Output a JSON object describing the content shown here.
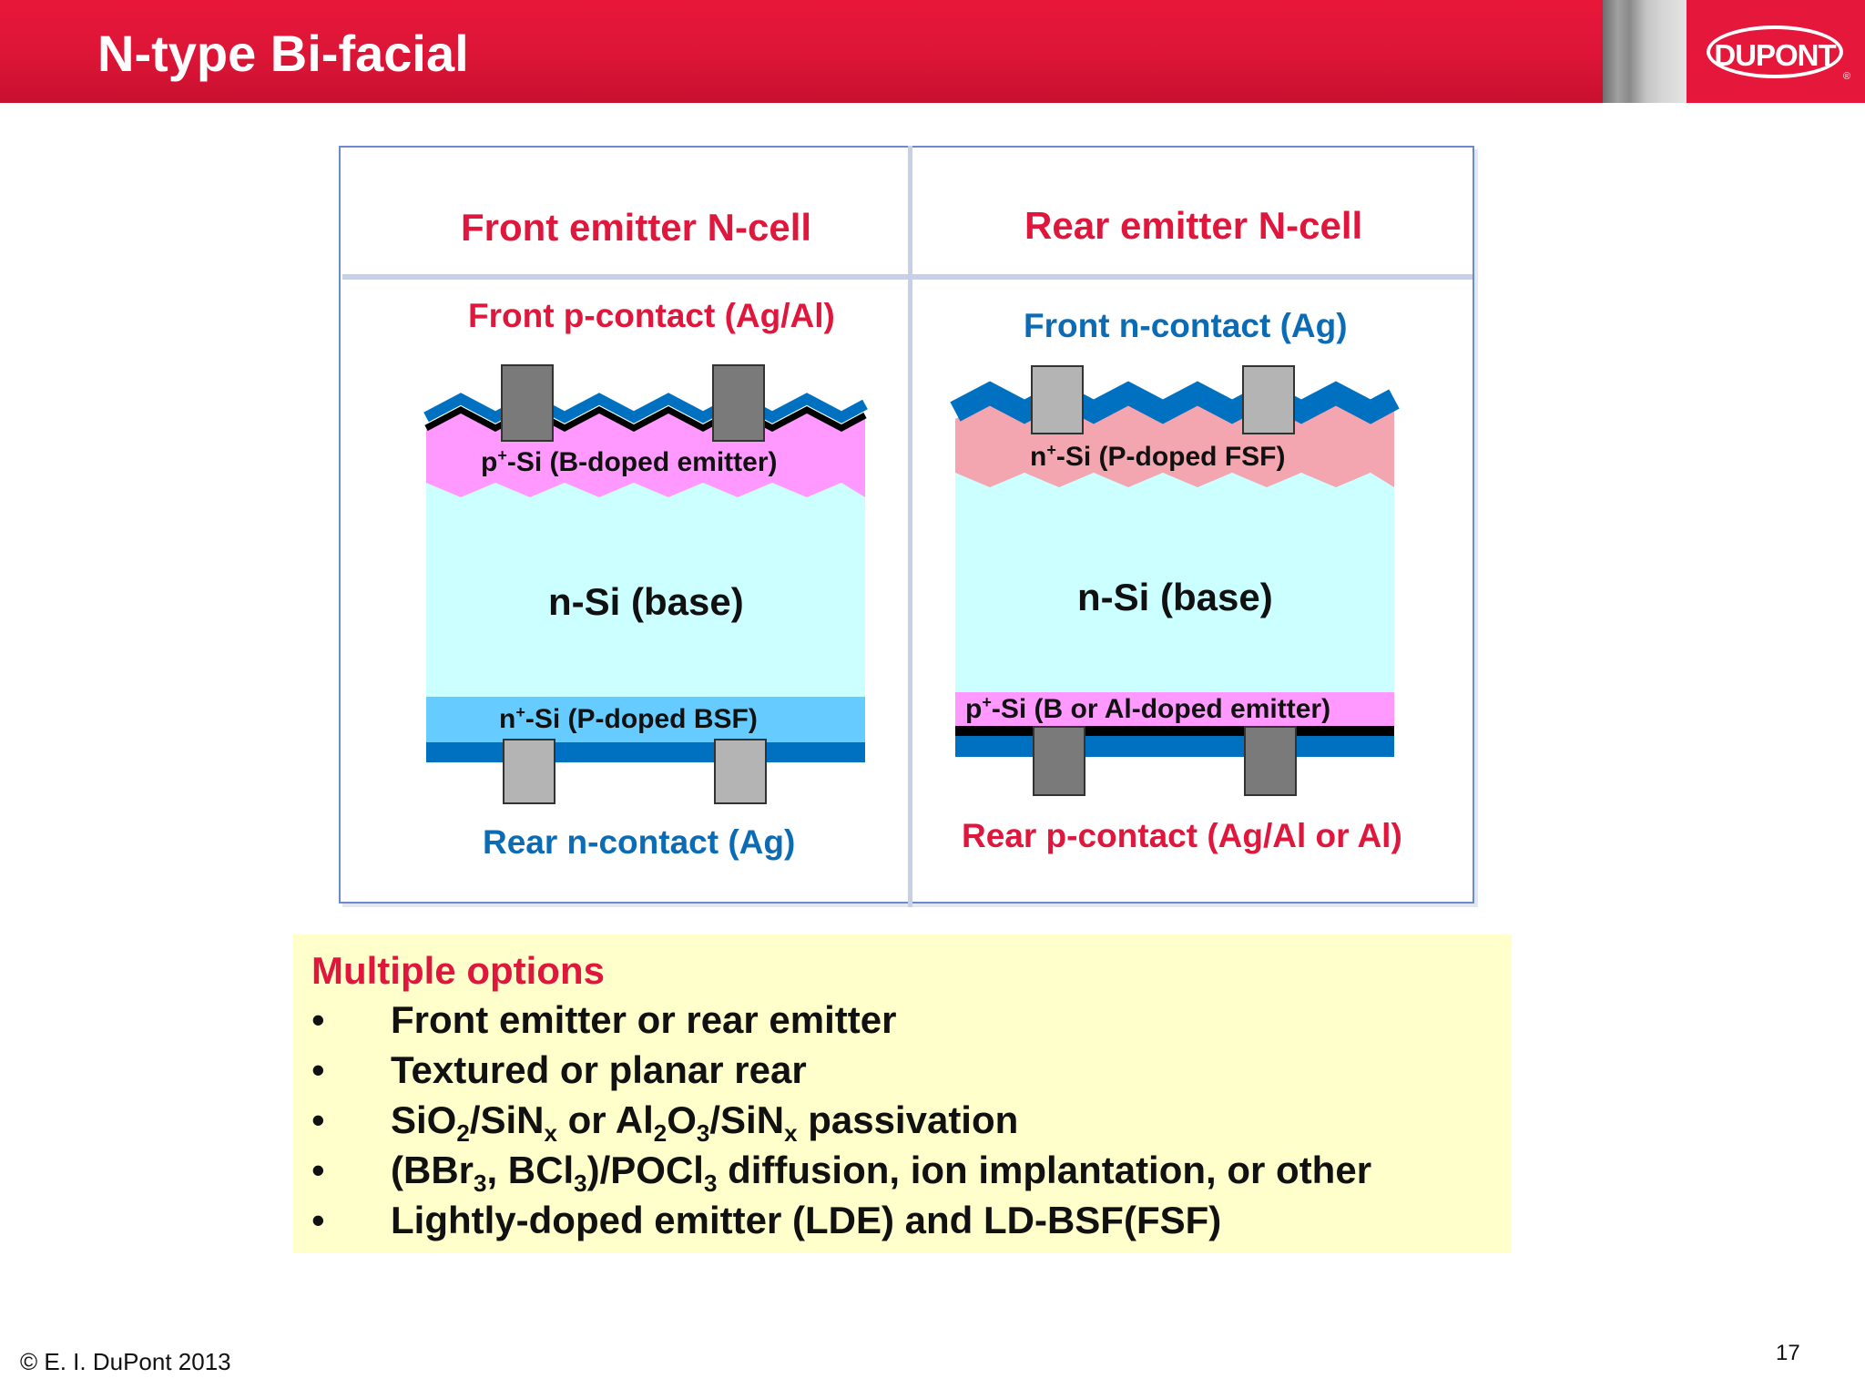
{
  "header": {
    "title": "N-type Bi-facial",
    "logo_text": "DUPONT",
    "logo_mark": "®"
  },
  "diagram": {
    "front_cell": {
      "title": "Front emitter N-cell",
      "top_contact": "Front p-contact (Ag/Al)",
      "emitter": {
        "prefix": "p",
        "sup": "+",
        "rest": "-Si (B-doped emitter)"
      },
      "base": "n-Si (base)",
      "bsf": {
        "prefix": "n",
        "sup": "+",
        "rest": "-Si (P-doped BSF)"
      },
      "bottom_contact": "Rear n-contact (Ag)"
    },
    "rear_cell": {
      "title": "Rear emitter N-cell",
      "top_contact": "Front n-contact (Ag)",
      "fsf": {
        "prefix": "n",
        "sup": "+",
        "rest": "-Si (P-doped FSF)"
      },
      "base": "n-Si (base)",
      "emitter": {
        "prefix": "p",
        "sup": "+",
        "rest": "-Si (B  or Al-doped emitter)"
      },
      "bottom_contact": "Rear p-contact (Ag/Al or Al)"
    },
    "colors": {
      "p_emitter": "#ff99ff",
      "n_fsf": "#f4a6b0",
      "base": "#ccffff",
      "n_bsf": "#66ccff",
      "passivation": "#0070c0",
      "contact_dark": "#7a7a7a",
      "contact_light": "#b4b4b4"
    }
  },
  "options": {
    "title": "Multiple options",
    "bullet": "•",
    "items": [
      [
        {
          "t": "Front emitter or rear emitter"
        }
      ],
      [
        {
          "t": "Textured or planar rear"
        }
      ],
      [
        {
          "t": "SiO"
        },
        {
          "t": "2",
          "sub": true
        },
        {
          "t": "/SiN"
        },
        {
          "t": "x",
          "sub": true
        },
        {
          "t": " or Al"
        },
        {
          "t": "2",
          "sub": true
        },
        {
          "t": "O"
        },
        {
          "t": "3",
          "sub": true
        },
        {
          "t": "/SiN"
        },
        {
          "t": "x",
          "sub": true
        },
        {
          "t": " passivation"
        }
      ],
      [
        {
          "t": "(BBr"
        },
        {
          "t": "3",
          "sub": true
        },
        {
          "t": ", BCl"
        },
        {
          "t": "3",
          "sub": true
        },
        {
          "t": ")/POCl"
        },
        {
          "t": "3",
          "sub": true
        },
        {
          "t": " diffusion, ion implantation, or other"
        }
      ],
      [
        {
          "t": "Lightly-doped emitter (LDE) and LD-BSF(FSF)"
        }
      ]
    ]
  },
  "footer": {
    "copyright": "©  E. I. DuPont 2013",
    "page_number": "17"
  }
}
